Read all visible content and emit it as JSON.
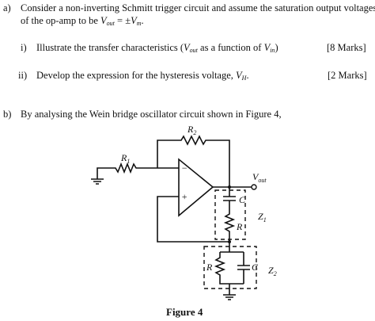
{
  "question_a": {
    "marker": "a)",
    "line1": "Consider a non-inverting Schmitt trigger circuit and assume the saturation output voltages",
    "line2_pre": "of the op-amp to be ",
    "line2_v": "V",
    "line2_v_sub": "out",
    "line2_eq": " = ±",
    "line2_vm": "V",
    "line2_vm_sub": "m",
    "line2_end": ".",
    "parts": [
      {
        "marker": "i)",
        "text_pre": "Illustrate the transfer characteristics (",
        "v1": "V",
        "v1_sub": "out",
        "mid": " as a function of ",
        "v2": "V",
        "v2_sub": "in",
        "text_end": ")",
        "marks": "[8 Marks]"
      },
      {
        "marker": "ii)",
        "text_pre": "Develop the expression for the hysteresis voltage, ",
        "v1": "V",
        "v1_sub": "H",
        "text_end": ".",
        "marks": "[2 Marks]"
      }
    ]
  },
  "question_b": {
    "marker": "b)",
    "text": "By analysing the Wein bridge oscillator circuit shown in Figure 4,"
  },
  "figure": {
    "r2_label": "R",
    "r2_sub": "2",
    "r1_label": "R",
    "r1_sub": "1",
    "minus": "−",
    "plus": "+",
    "vout": "V",
    "vout_sub": "out",
    "z1": "Z",
    "z1_sub": "1",
    "z2": "Z",
    "z2_sub": "2",
    "c_series": "C",
    "r_series": "R",
    "r_parallel": "R",
    "c_parallel": "C",
    "caption": "Figure 4"
  }
}
